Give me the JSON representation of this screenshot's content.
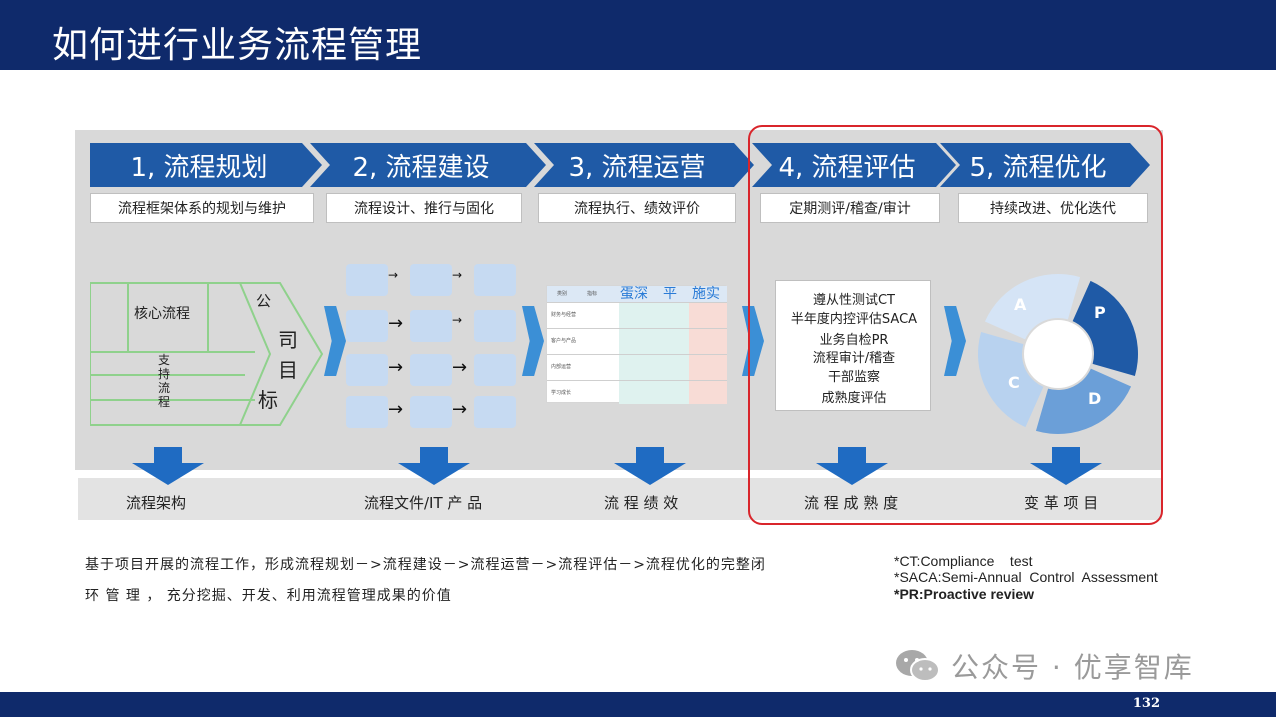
{
  "page": {
    "title": "如何进行业务流程管理",
    "page_number": "132"
  },
  "steps": [
    {
      "label": "1, 流程规划",
      "sub": "流程框架体系的规划与维护",
      "output": "流程架构"
    },
    {
      "label": "2, 流程建设",
      "sub": "流程设计、推行与固化",
      "output": "流程文件/IT 产 品"
    },
    {
      "label": "3, 流程运营",
      "sub": "流程执行、绩效评价",
      "output": "流 程 绩 效"
    },
    {
      "label": "4, 流程评估",
      "sub": "定期测评/稽查/审计",
      "output": "流 程 成 熟 度"
    },
    {
      "label": "5, 流程优化",
      "sub": "持续改进、优化迭代",
      "output": "变 革 项 目"
    }
  ],
  "core_diagram": {
    "core": "核心流程",
    "support": [
      "支",
      "持",
      "流",
      "程"
    ],
    "goal": [
      "公",
      "司",
      "目",
      "标"
    ]
  },
  "scorecard": {
    "header": [
      "类别",
      "指标"
    ],
    "rows": [
      "财务与经营",
      "客户与产品",
      "内部运营",
      "学习成长"
    ],
    "annotations": [
      "蛋深",
      "平",
      "施实"
    ]
  },
  "evaluation_items": [
    "遵从性测试CT",
    "半年度内控评估SACA",
    "业务自检PR",
    "流程审计/稽查",
    "干部监察",
    "成熟度评估"
  ],
  "pdca": {
    "labels": [
      "P",
      "D",
      "C",
      "A"
    ],
    "colors": [
      "#1f5aa6",
      "#6b9fd8",
      "#b8d2ef",
      "#d5e4f6"
    ]
  },
  "description": {
    "line1": "基于项目开展的流程工作，形成流程规划－>流程建设－>流程运营－>流程评估－>流程优化的完整闭",
    "line2": "环 管 理 ， 充分挖掘、开发、利用流程管理成果的价值"
  },
  "notes": [
    "*CT:Compliance    test",
    "*SACA:Semi-Annual  Control  Assessment",
    "*PR:Proactive review"
  ],
  "watermark": {
    "text": "公众号 · 优享智库",
    "icon": "wechat-icon"
  },
  "colors": {
    "title_bar": "#0f2a6b",
    "step_blue": "#1f5aa6",
    "highlight_red": "#d9252b"
  }
}
